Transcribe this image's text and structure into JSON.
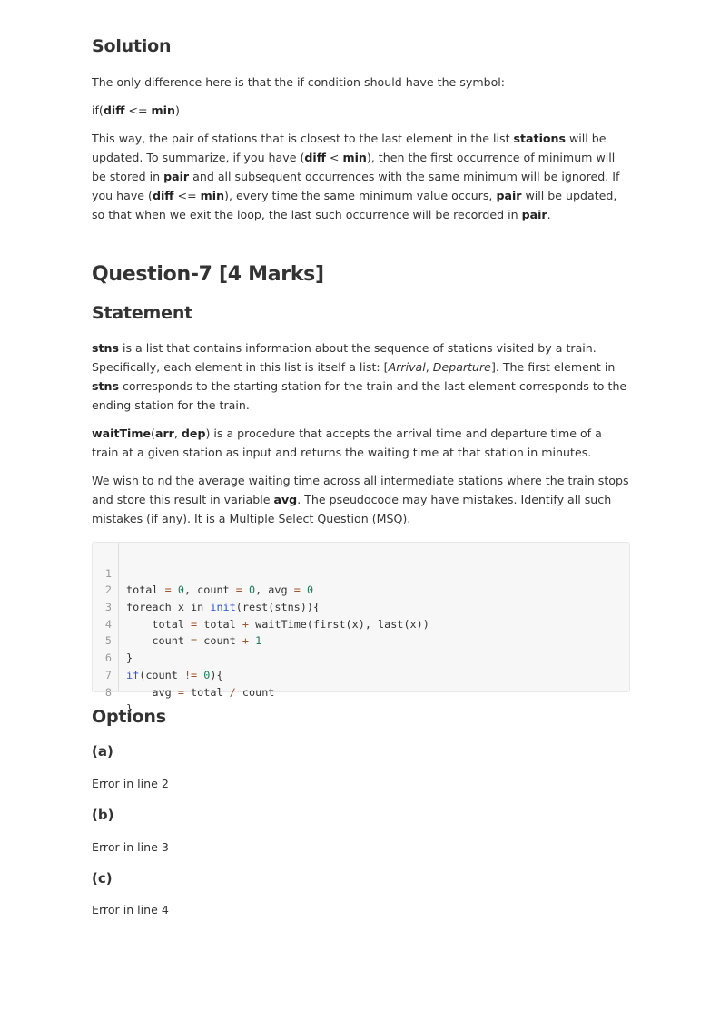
{
  "solution": {
    "heading": "Solution",
    "intro": "The only difference here is that the if-condition should have the  symbol:",
    "condition": {
      "prefix": "if(",
      "a": "diff",
      "op": " <= ",
      "b": "min",
      "suffix": ")"
    },
    "para": {
      "t1": "This way, the pair of stations that is closest to the last element in the list ",
      "b1": "stations",
      "t2": " will be updated. To summarize, if you have (",
      "b2": "diff",
      "t3": " < ",
      "b3": "min",
      "t4": "), then the first occurrence of minimum will be stored in ",
      "b4": "pair",
      "t5": " and all subsequent occurrences with the same minimum will be ignored. If you have (",
      "b5": "diff",
      "t6": " <= ",
      "b6": "min",
      "t7": "), every time the same minimum value occurs, ",
      "b7": "pair",
      "t8": " will be updated, so that when we exit the loop, the last such occurrence will be recorded in ",
      "b8": "pair",
      "t9": "."
    }
  },
  "question": {
    "heading": "Question-7 [4 Marks]",
    "statement_heading": "Statement",
    "p1": {
      "b1": "stns",
      "t1": " is a list that contains information about the sequence of stations visited by a train. Specifically, each element in this list is itself a list: [",
      "i1": "Arrival",
      "t2": ", ",
      "i2": "Departure",
      "t3": "]. The first element in ",
      "b2": "stns",
      "t4": " corresponds to the starting station for the train and the last element corresponds to the ending station for the train."
    },
    "p2": {
      "b1": "waitTime",
      "t1": "(",
      "b2": "arr",
      "t2": ", ",
      "b3": "dep",
      "t3": ") is a procedure that accepts the arrival time and departure time of a train at a given station as input and returns the waiting time at that station in minutes."
    },
    "p3": {
      "t1": "We wish to nd the average waiting time across all intermediate stations where the train stops and store this result in variable ",
      "b1": "avg",
      "t2": ". The pseudocode may have mistakes. Identify all such mistakes (if any). It is a Multiple Select Question (MSQ)."
    }
  },
  "code": {
    "line_numbers": [
      "1",
      "2",
      "3",
      "4",
      "5",
      "6",
      "7",
      "8"
    ],
    "l1": [
      "total",
      " = ",
      "0",
      ", count ",
      "= ",
      "0",
      ", avg ",
      "= ",
      "0"
    ],
    "l2": [
      "foreach x in ",
      "init",
      "(rest(stns)){"
    ],
    "l3": [
      "    total ",
      "= ",
      "total ",
      "+ ",
      "waitTime(first(x), last(x))"
    ],
    "l4": [
      "    count ",
      "= ",
      "count ",
      "+ ",
      "1"
    ],
    "l5": [
      "}"
    ],
    "l6": [
      "if",
      "(count ",
      "!= ",
      "0",
      "){"
    ],
    "l7": [
      "    avg ",
      "= ",
      "total ",
      "/ ",
      "count"
    ],
    "l8": [
      "}"
    ]
  },
  "options": {
    "heading": "Options",
    "items": [
      {
        "label": "(a)",
        "text": "Error in line 2"
      },
      {
        "label": "(b)",
        "text": "Error in line 3"
      },
      {
        "label": "(c)",
        "text": "Error in line 4"
      }
    ]
  }
}
